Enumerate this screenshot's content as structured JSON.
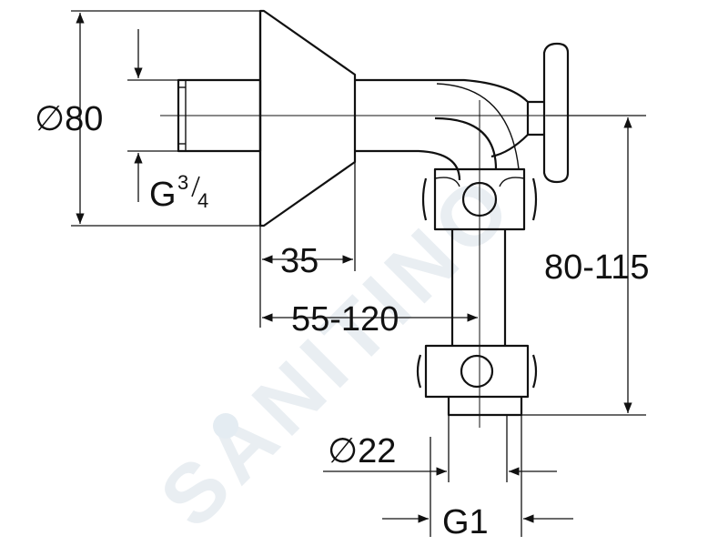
{
  "dimensions": {
    "diameter_flange": "∅80",
    "thread_inlet_base": "G",
    "thread_inlet_num": "3",
    "thread_inlet_den": "4",
    "depth_flange": "35",
    "projection": "55-120",
    "height_adjust": "80-115",
    "diameter_outlet": "∅22",
    "thread_outlet": "G1"
  },
  "watermark": "SANITINO",
  "colors": {
    "line": "#111111",
    "watermark": "#e9eef2"
  }
}
